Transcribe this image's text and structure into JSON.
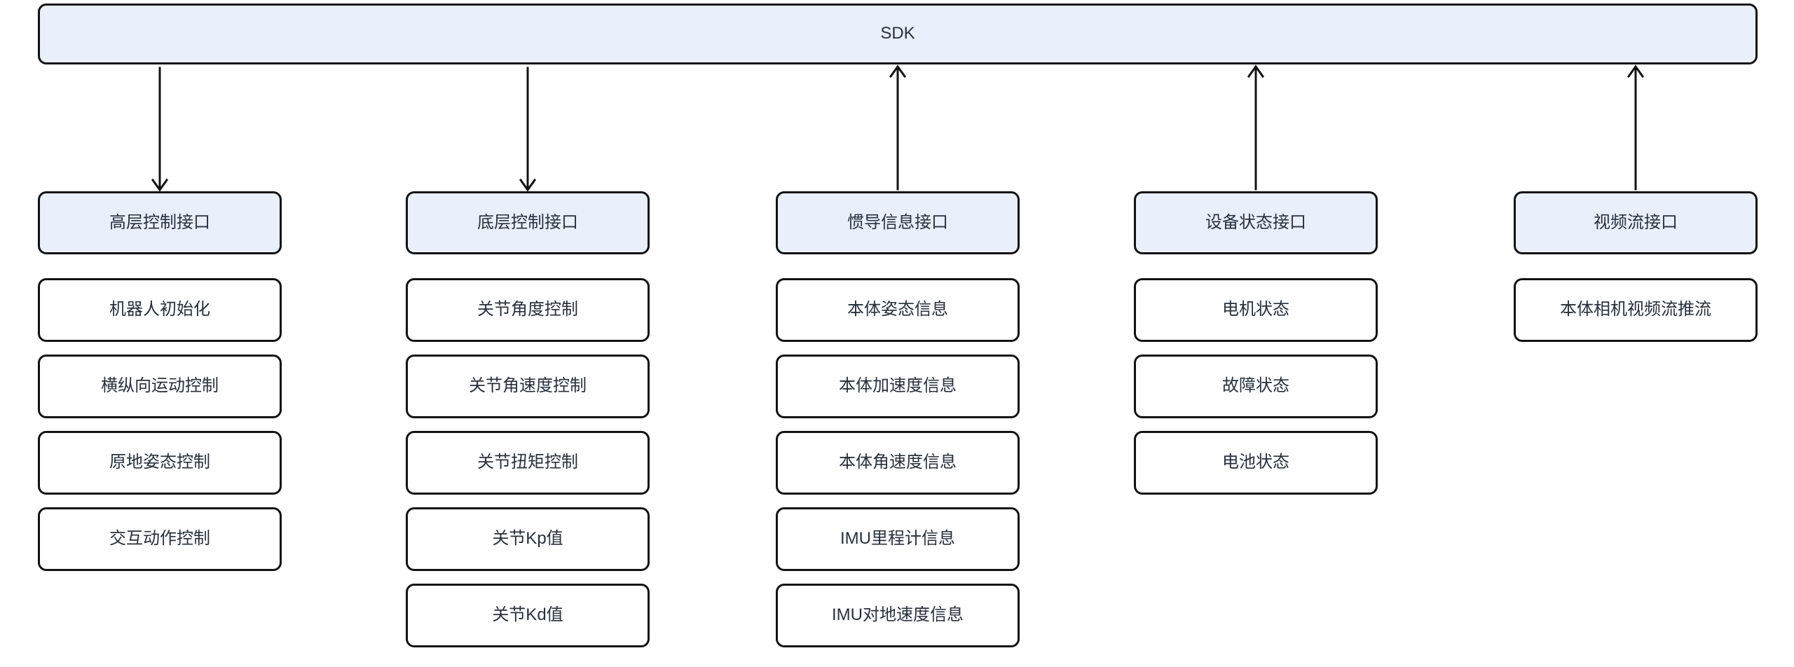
{
  "root": {
    "label": "SDK"
  },
  "colors": {
    "accent_fill": "#e9f0fb",
    "node_fill": "#ffffff",
    "border": "#121212",
    "text": "#26303e",
    "arrow": "#121212",
    "background": "#ffffff"
  },
  "columns": [
    {
      "header": "高层控制接口",
      "arrow": "down",
      "items": [
        "机器人初始化",
        "横纵向运动控制",
        "原地姿态控制",
        "交互动作控制"
      ]
    },
    {
      "header": "底层控制接口",
      "arrow": "down",
      "items": [
        "关节角度控制",
        "关节角速度控制",
        "关节扭矩控制",
        "关节Kp值",
        "关节Kd值"
      ]
    },
    {
      "header": "惯导信息接口",
      "arrow": "up",
      "items": [
        "本体姿态信息",
        "本体加速度信息",
        "本体角速度信息",
        "IMU里程计信息",
        "IMU对地速度信息"
      ]
    },
    {
      "header": "设备状态接口",
      "arrow": "up",
      "items": [
        "电机状态",
        "故障状态",
        "电池状态"
      ]
    },
    {
      "header": "视频流接口",
      "arrow": "up",
      "items": [
        "本体相机视频流推流"
      ]
    }
  ]
}
